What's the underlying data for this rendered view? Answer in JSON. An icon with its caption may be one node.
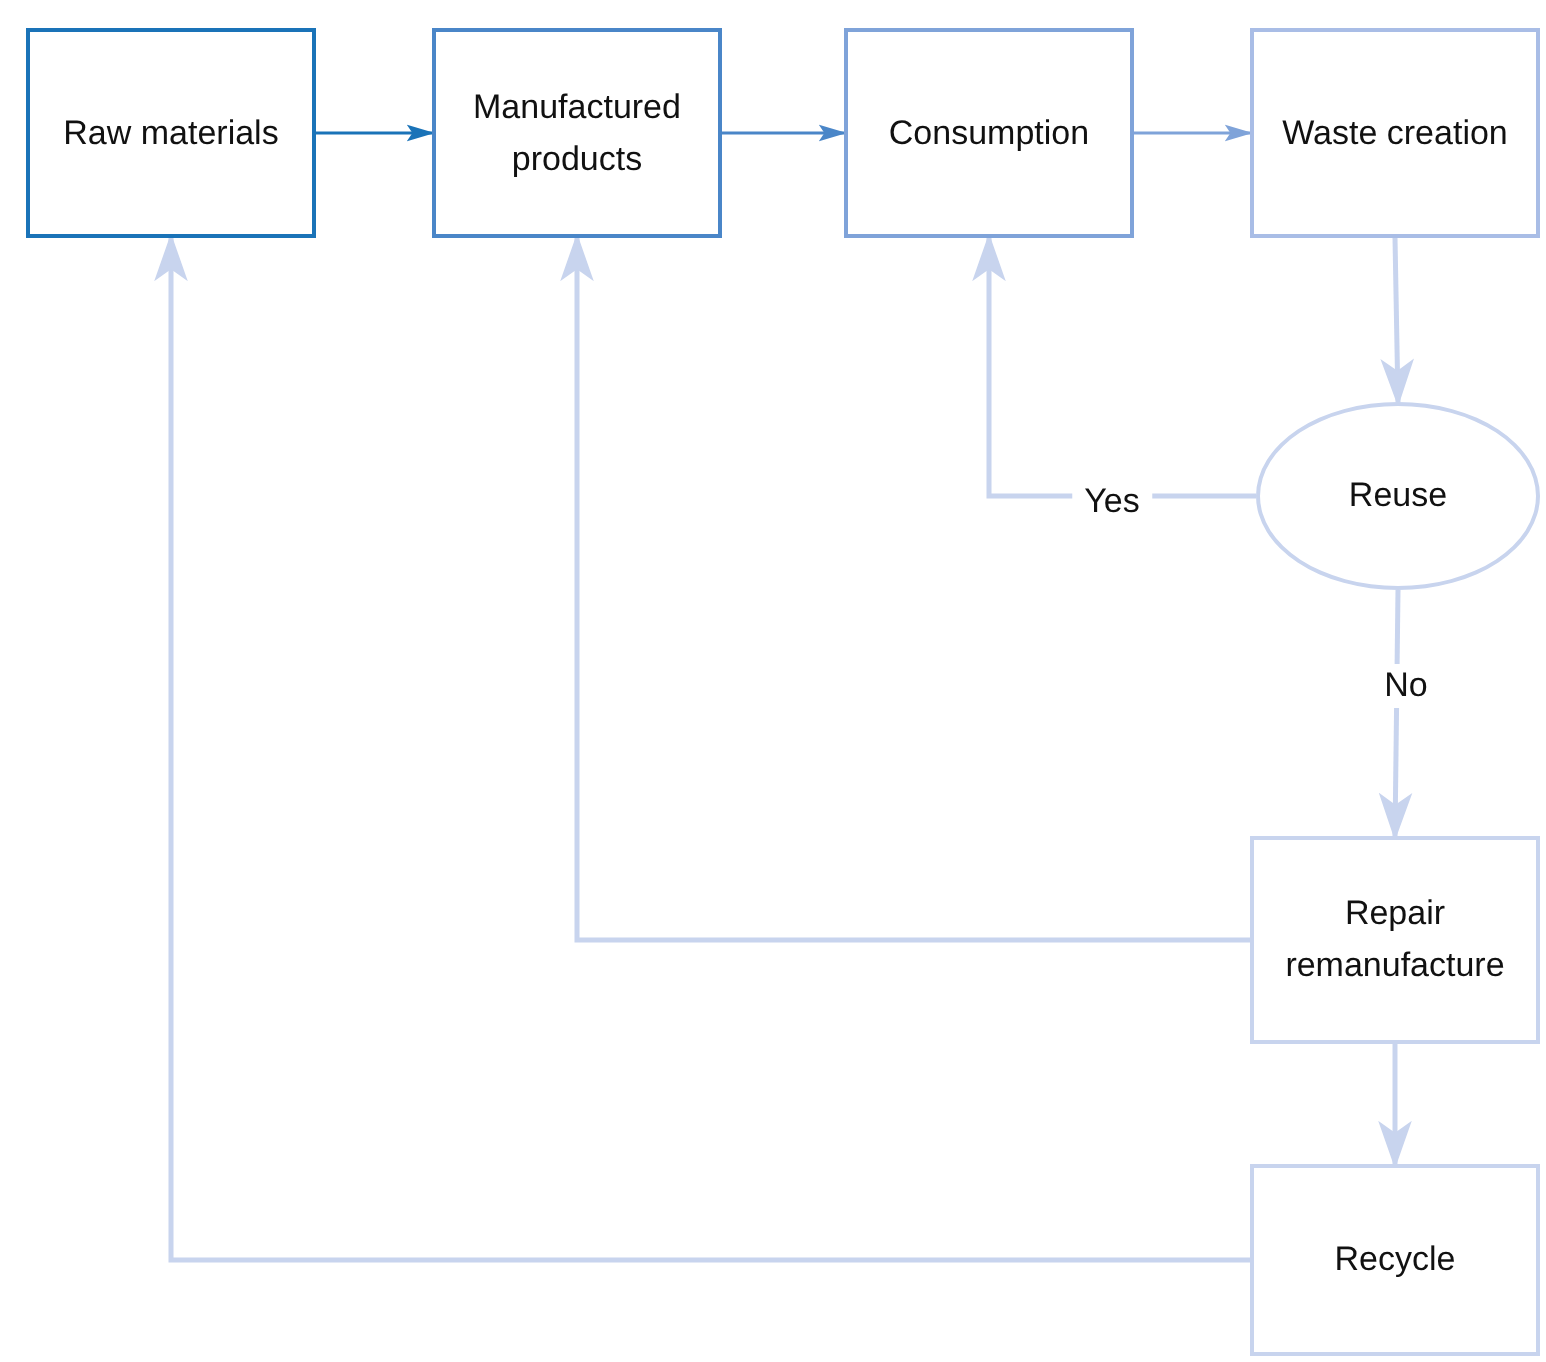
{
  "diagram": {
    "nodes": [
      {
        "text": [
          "Raw materials"
        ]
      },
      {
        "text": [
          "Manufactured products"
        ]
      },
      {
        "text": [
          "Consumption"
        ]
      },
      {
        "text": [
          "Waste creation"
        ]
      },
      {
        "text": [
          "Reuse"
        ]
      },
      {
        "text": [
          "Repair remanufacture"
        ]
      },
      {
        "text": [
          "Recycle"
        ]
      }
    ],
    "edges": [
      {
        "from": 0,
        "to": 1,
        "arrow": "to",
        "color": "#1a73b8"
      },
      {
        "from": 1,
        "to": 2,
        "arrow": "to",
        "color": "#4a86c8"
      },
      {
        "from": 2,
        "to": 3,
        "arrow": "to",
        "color": "#7fa3d9"
      },
      {
        "from": 3,
        "to": 4,
        "arrow": "to"
      },
      {
        "from": 4,
        "to": 2,
        "arrow": "to",
        "label": "Yes"
      },
      {
        "from": 4,
        "to": 5,
        "arrow": "to",
        "label": "No"
      },
      {
        "from": 5,
        "to": 1,
        "arrow": "to"
      },
      {
        "from": 5,
        "to": 6,
        "arrow": "to"
      },
      {
        "from": 6,
        "to": 0,
        "arrow": "to"
      }
    ]
  }
}
